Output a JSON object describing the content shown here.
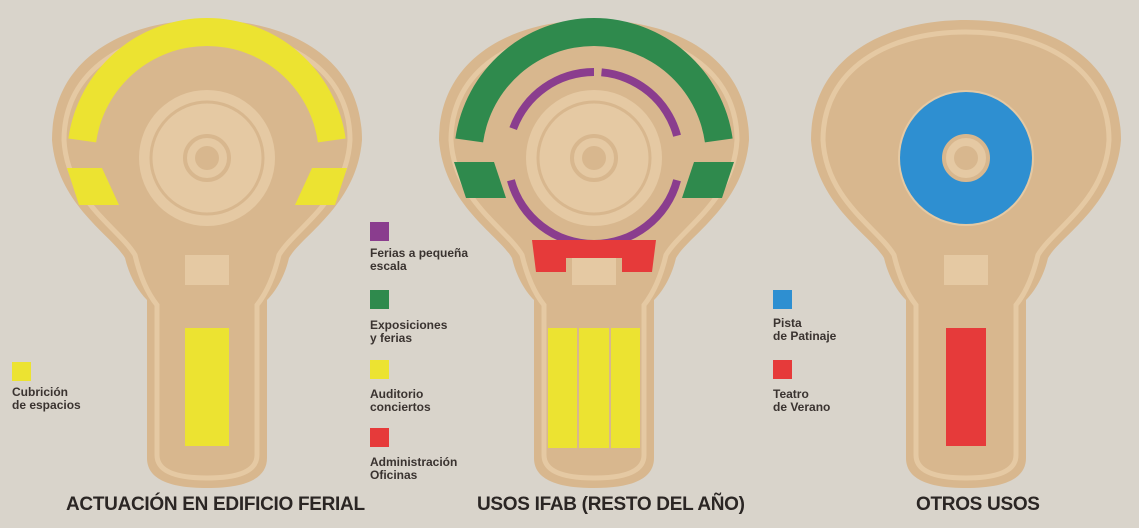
{
  "colors": {
    "building": "#e5c9a3",
    "building_edge": "#d8b78e",
    "yellow": "#ece331",
    "green": "#2f8a4d",
    "purple": "#8a3d8e",
    "red": "#e63a3a",
    "blue": "#2e8fd1",
    "background": "#d9d4cb"
  },
  "panels": [
    {
      "caption": "ACTUACIÓN EN EDIFICIO FERIAL",
      "legend": [
        {
          "label": "Cubrición de espacios",
          "lines": [
            "Cubrición",
            "de espacios"
          ],
          "color": "yellow"
        }
      ]
    },
    {
      "caption": "USOS IFAB (RESTO DEL AÑO)",
      "legend": [
        {
          "label": "Ferias a pequeña escala",
          "lines": [
            "Ferias a pequeña",
            "escala"
          ],
          "color": "purple"
        },
        {
          "label": "Exposiciones y ferias",
          "lines": [
            "Exposiciones",
            "y ferias"
          ],
          "color": "green"
        },
        {
          "label": "Auditorio conciertos",
          "lines": [
            "Auditorio",
            "conciertos"
          ],
          "color": "yellow"
        },
        {
          "label": "Administración Oficinas",
          "lines": [
            "Administración",
            "Oficinas"
          ],
          "color": "red"
        }
      ]
    },
    {
      "caption": "OTROS USOS",
      "legend": [
        {
          "label": "Pista de Patinaje",
          "lines": [
            "Pista",
            "de Patinaje"
          ],
          "color": "blue"
        },
        {
          "label": "Teatro de Verano",
          "lines": [
            "Teatro",
            "de Verano"
          ],
          "color": "red"
        }
      ]
    }
  ]
}
